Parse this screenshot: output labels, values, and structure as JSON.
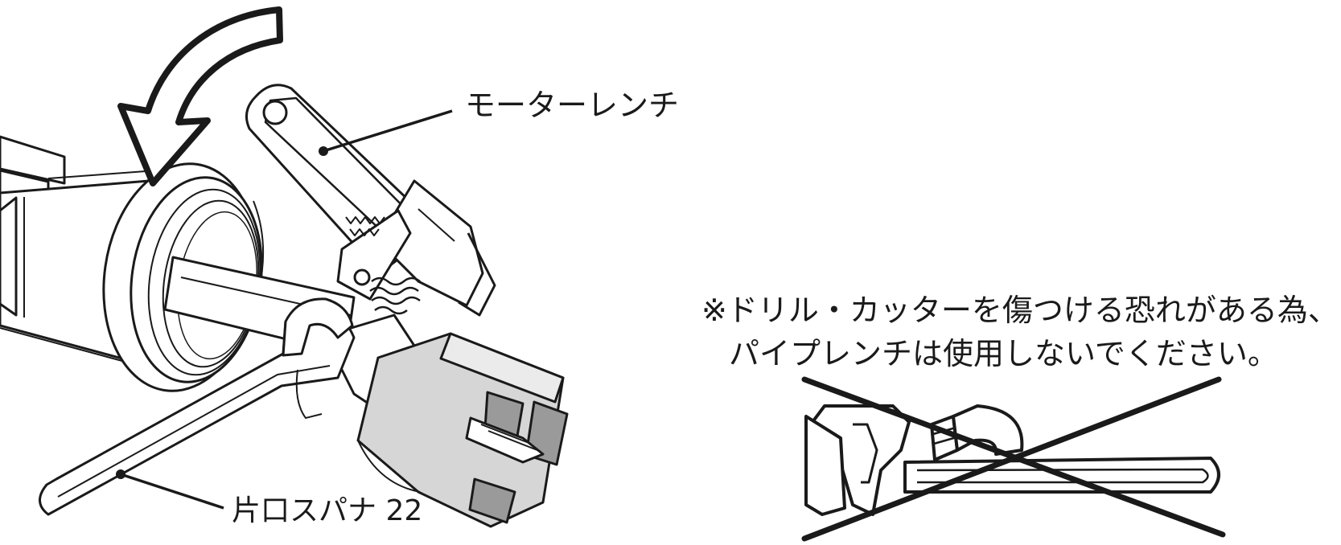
{
  "labels": {
    "motor_wrench": "モーターレンチ",
    "spanner": "片口スパナ 22"
  },
  "warning": {
    "line1": "※ドリル・カッターを傷つける恐れがある為、",
    "line2": "パイプレンチは使用しないでください。"
  },
  "icons": [
    "rotation-arrow-icon",
    "prohibited-pipe-wrench-icon"
  ],
  "colors": {
    "ink": "#1a1a1a",
    "cutter_fill": "#d6d6d6",
    "tooth_fill": "#9a9a9a",
    "background": "#ffffff"
  }
}
